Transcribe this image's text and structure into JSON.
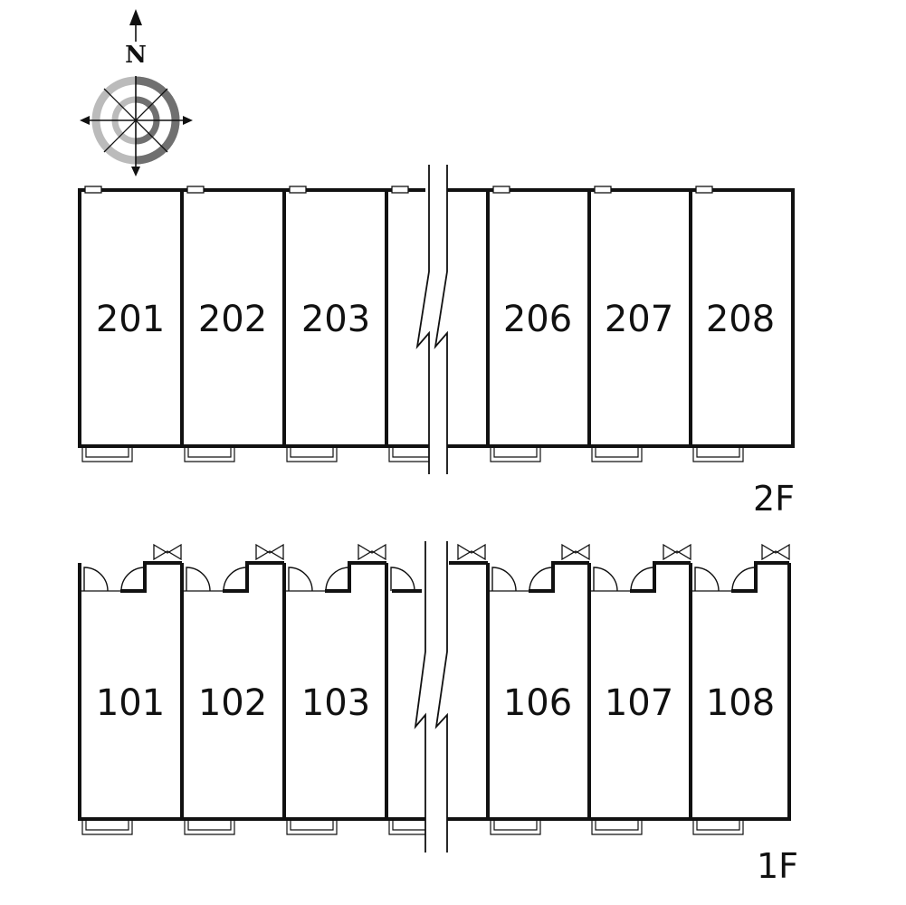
{
  "compass": {
    "north_label": "N",
    "icon": "compass-rose-icon"
  },
  "floors": [
    {
      "label": "2F",
      "units": [
        "201",
        "202",
        "203",
        "206",
        "207",
        "208"
      ]
    },
    {
      "label": "1F",
      "units": [
        "101",
        "102",
        "103",
        "106",
        "107",
        "108"
      ]
    }
  ]
}
